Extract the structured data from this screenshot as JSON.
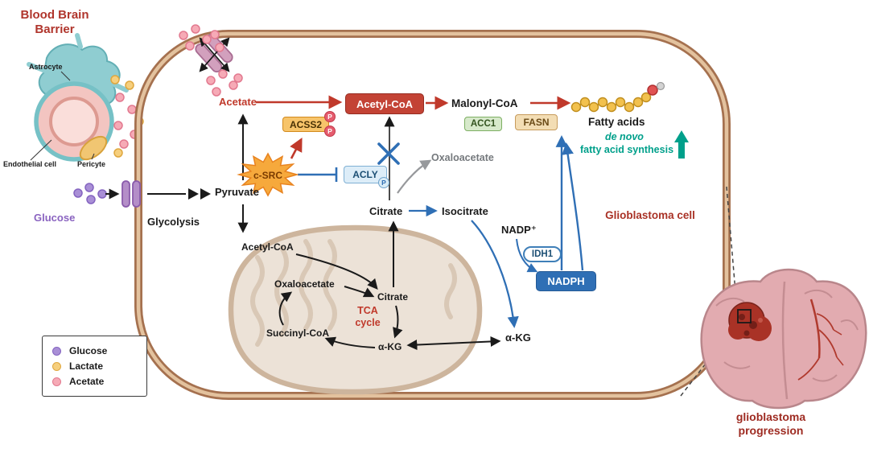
{
  "title": "Blood Brain Barrier",
  "bbb": {
    "astrocyte": "Astrocyte",
    "endothelial_cell": "Endothelial cell",
    "pericyte": "Pericyte",
    "glucose": "Glucose",
    "glycolysis": "Glycolysis"
  },
  "legend": {
    "items": [
      {
        "name": "Glucose",
        "color": "#a98fd6"
      },
      {
        "name": "Lactate",
        "color": "#f6cf7d"
      },
      {
        "name": "Acetate",
        "color": "#f6aab6"
      }
    ]
  },
  "cytosol": {
    "acetate": "Acetate",
    "pyruvate": "Pyruvate",
    "acss2": "ACSS2",
    "phospho": "P",
    "c_src": "c-SRC",
    "acly": "ACLY",
    "acetyl_coa": "Acetyl-CoA",
    "malonyl_coa": "Malonyl-CoA",
    "acc1": "ACC1",
    "fasn": "FASN",
    "fatty_acids": "Fatty acids",
    "de_novo": "de novo",
    "fatty_acid_synthesis": "fatty acid synthesis",
    "oxaloacetate": "Oxaloacetate",
    "citrate": "Citrate",
    "isocitrate": "Isocitrate",
    "nadp": "NADP⁺",
    "idh1": "IDH1",
    "nadph": "NADPH",
    "alpha_kg": "α-KG"
  },
  "mitochondrion": {
    "acetyl_coa": "Acetyl-CoA",
    "oxaloacetate": "Oxaloacetate",
    "citrate": "Citrate",
    "tca_cycle": "TCA cycle",
    "succinyl_coa": "Succinyl-CoA",
    "alpha_kg": "α-KG"
  },
  "cell_label": "Glioblastoma cell",
  "brain_caption": "glioblastoma progression",
  "colors": {
    "pathway_red": "#c0392b",
    "pathway_blue": "#2f6fb5",
    "teal": "#00a08b",
    "dark_red": "#a93226",
    "membrane": "#a5714f",
    "mitochondrion_fill": "#ece2d7",
    "gray_arrow": "#97999c"
  }
}
